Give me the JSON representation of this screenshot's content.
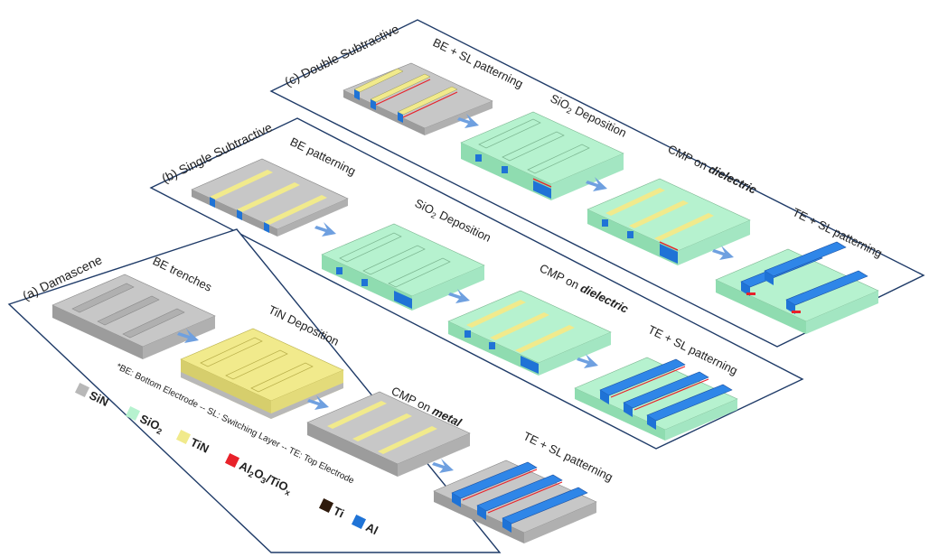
{
  "panels": {
    "damascene": {
      "title": "(a) Damascene",
      "step1": "BE trenches",
      "step2": "TiN Deposition",
      "step3_prefix": "CMP on ",
      "step3_emph": "metal",
      "step4": "TE + SL patterning"
    },
    "single": {
      "title": "(b) Single Subtractive",
      "step1": "BE patterning",
      "step2_prefix": "SiO",
      "step2_sub": "2",
      "step2_suffix": " Deposition",
      "step3_prefix": "CMP on ",
      "step3_emph": "dielectric",
      "step4": "TE + SL patterning"
    },
    "double": {
      "title": "(c) Double Subtractive",
      "step1": "BE + SL patterning",
      "step2_prefix": "SiO",
      "step2_sub": "2",
      "step2_suffix": " Deposition",
      "step3_prefix": "CMP on ",
      "step3_emph": "dielectric",
      "step4": "TE + SL patterning"
    }
  },
  "legend": {
    "sin": "SiN",
    "sio2_base": "SiO",
    "sio2_sub": "2",
    "tin": "TiN",
    "alox_a": "Al",
    "alox_a_sub": "2",
    "alox_b": "O",
    "alox_b_sub": "3",
    "alox_c": "/TiO",
    "alox_c_sub": "x",
    "ti": "Ti",
    "al": "Al"
  },
  "footnote": "*BE: Bottom Electrode  --  SL: Switching Layer  --  TE: Top Electrode",
  "colors": {
    "sin": "#b8b8b8",
    "sio2": "#b6f2cf",
    "tin": "#f1ea8c",
    "alox": "#e8222a",
    "ti": "#2e1a0c",
    "al": "#1f73d6",
    "frame": "#1f3b68",
    "arrow": "#6fa0e0"
  }
}
